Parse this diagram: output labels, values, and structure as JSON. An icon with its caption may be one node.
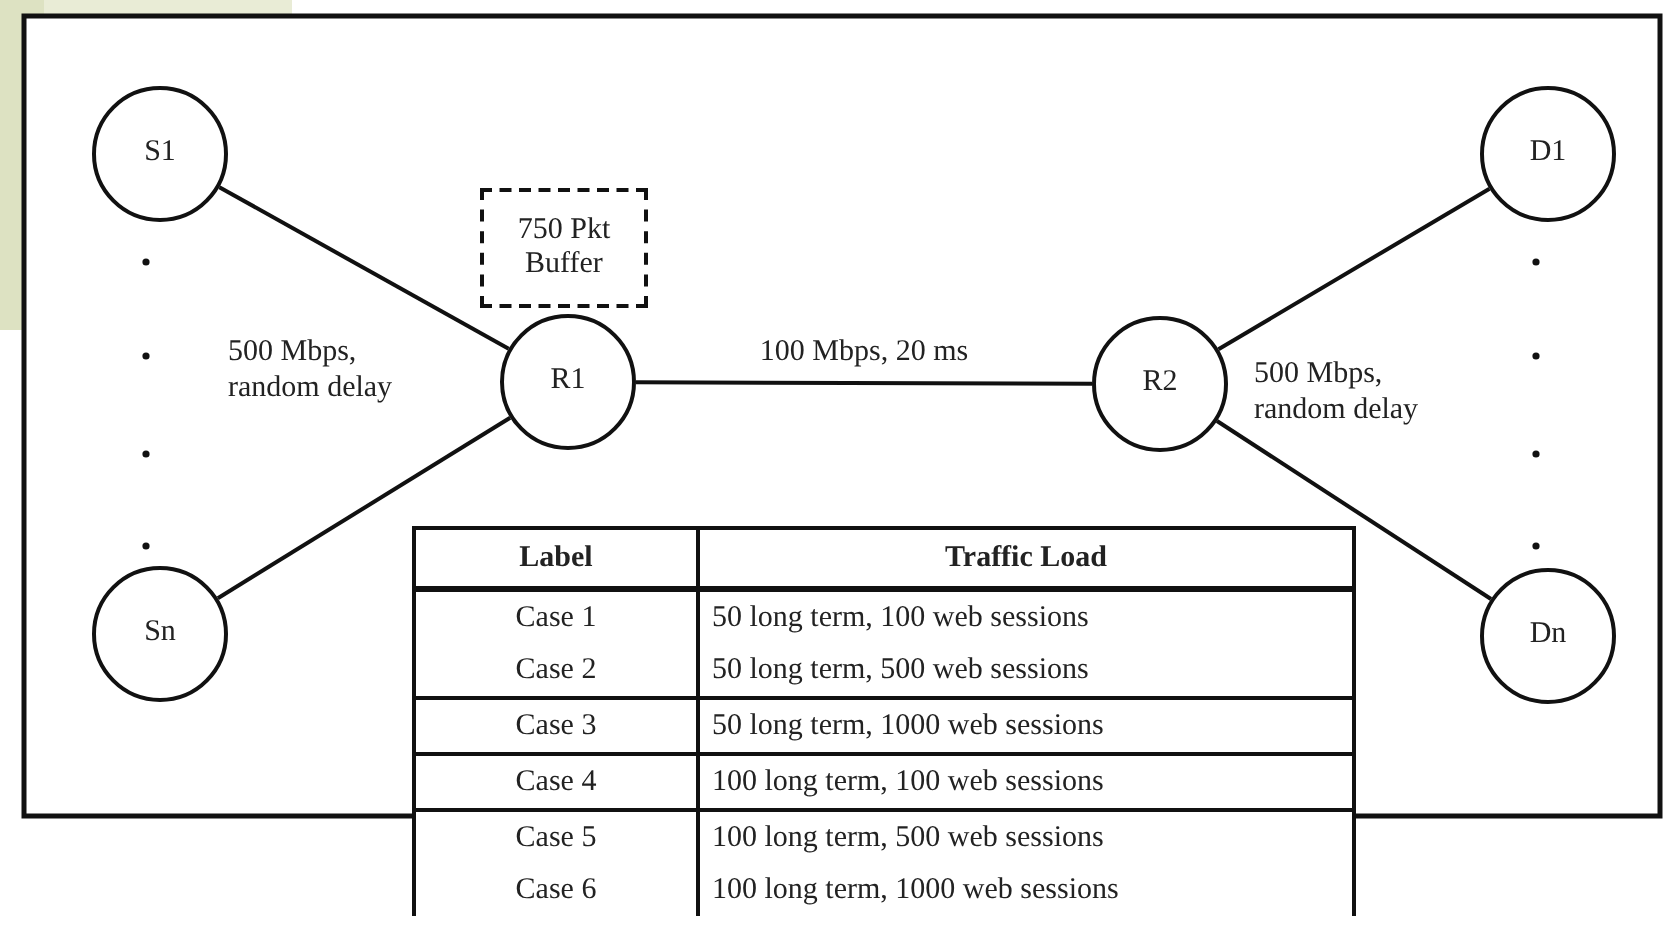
{
  "diagram": {
    "nodes": [
      {
        "text": [
          "S1"
        ]
      },
      {
        "text": [
          "Sn"
        ]
      },
      {
        "text": [
          "750 Pkt Buffer"
        ]
      },
      {
        "text": [
          "R1"
        ]
      },
      {
        "text": [
          "R2"
        ]
      },
      {
        "text": [
          "D1"
        ]
      },
      {
        "text": [
          "Dn"
        ]
      }
    ],
    "edges": [
      {
        "from": 0,
        "to": 3,
        "arrow": "none"
      },
      {
        "from": 1,
        "to": 3,
        "arrow": "none"
      },
      {
        "from": 3,
        "to": 4,
        "arrow": "none",
        "label": "100 Mbps, 20 ms"
      },
      {
        "from": 4,
        "to": 5,
        "arrow": "none"
      },
      {
        "from": 4,
        "to": 6,
        "arrow": "none"
      }
    ],
    "labels": [
      "500 Mbps, random delay",
      "500 Mbps, random delay",
      "Label",
      "Traffic Load",
      "Case 1",
      "50 long term, 100 web sessions",
      "Case 2",
      "50 long term, 500 web sessions",
      "Case 3",
      "50 long term, 1000 web sessions",
      "Case 4",
      "100 long term, 100 web sessions",
      "Case 5",
      "100 long term, 500 web sessions",
      "Case 6",
      "100 long term, 1000 web sessions"
    ]
  }
}
